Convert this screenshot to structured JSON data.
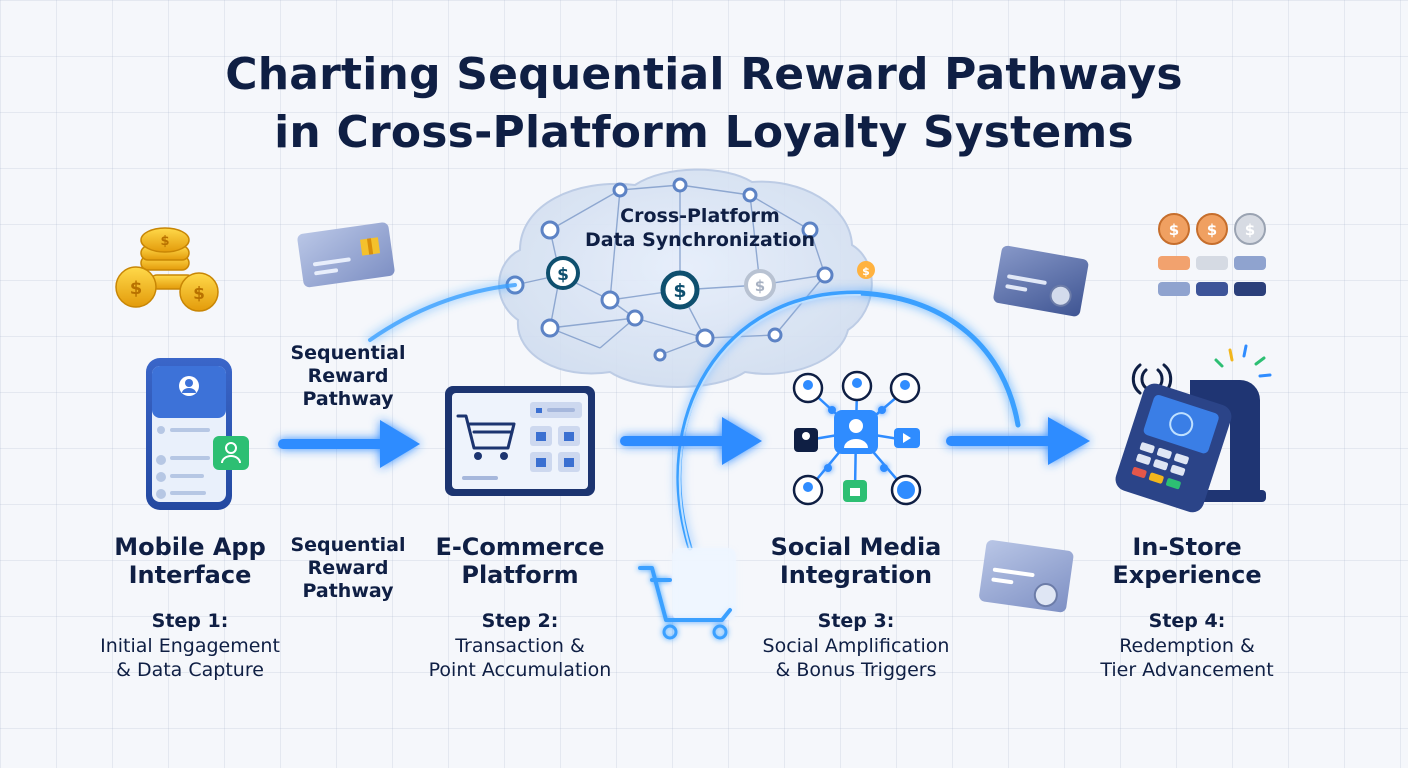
{
  "title": {
    "line1": "Charting Sequential Reward Pathways",
    "line2": "in Cross-Platform Loyalty Systems"
  },
  "hub": {
    "line1": "Cross-Platform",
    "line2": "Data Synchronization"
  },
  "pathway_labels": [
    {
      "line1": "Sequential",
      "line2": "Reward",
      "line3": "Pathway"
    },
    {
      "line1": "Sequential",
      "line2": "Reward",
      "line3": "Pathway"
    }
  ],
  "stages": [
    {
      "name1": "Mobile App",
      "name2": "Interface",
      "step": "Step 1:",
      "desc1": "Initial Engagement",
      "desc2": "& Data Capture",
      "icon": "smartphone-icon"
    },
    {
      "name1": "E-Commerce",
      "name2": "Platform",
      "step": "Step 2:",
      "desc1": "Transaction &",
      "desc2": "Point Accumulation",
      "icon": "shopping-cart-screen-icon"
    },
    {
      "name1": "Social Media",
      "name2": "Integration",
      "step": "Step 3:",
      "desc1": "Social Amplification",
      "desc2": "& Bonus Triggers",
      "icon": "social-network-icon"
    },
    {
      "name1": "In-Store",
      "name2": "Experience",
      "step": "Step 4:",
      "desc1": "Redemption &",
      "desc2": "Tier Advancement",
      "icon": "pos-terminal-icon"
    }
  ],
  "colors": {
    "navy": "#0f1f44",
    "glow_blue": "#2f8cff",
    "coin_gold": "#f2b61c",
    "node_teal": "#0e4f6e",
    "accent_green": "#2dbf73"
  },
  "currency_symbol": "$"
}
